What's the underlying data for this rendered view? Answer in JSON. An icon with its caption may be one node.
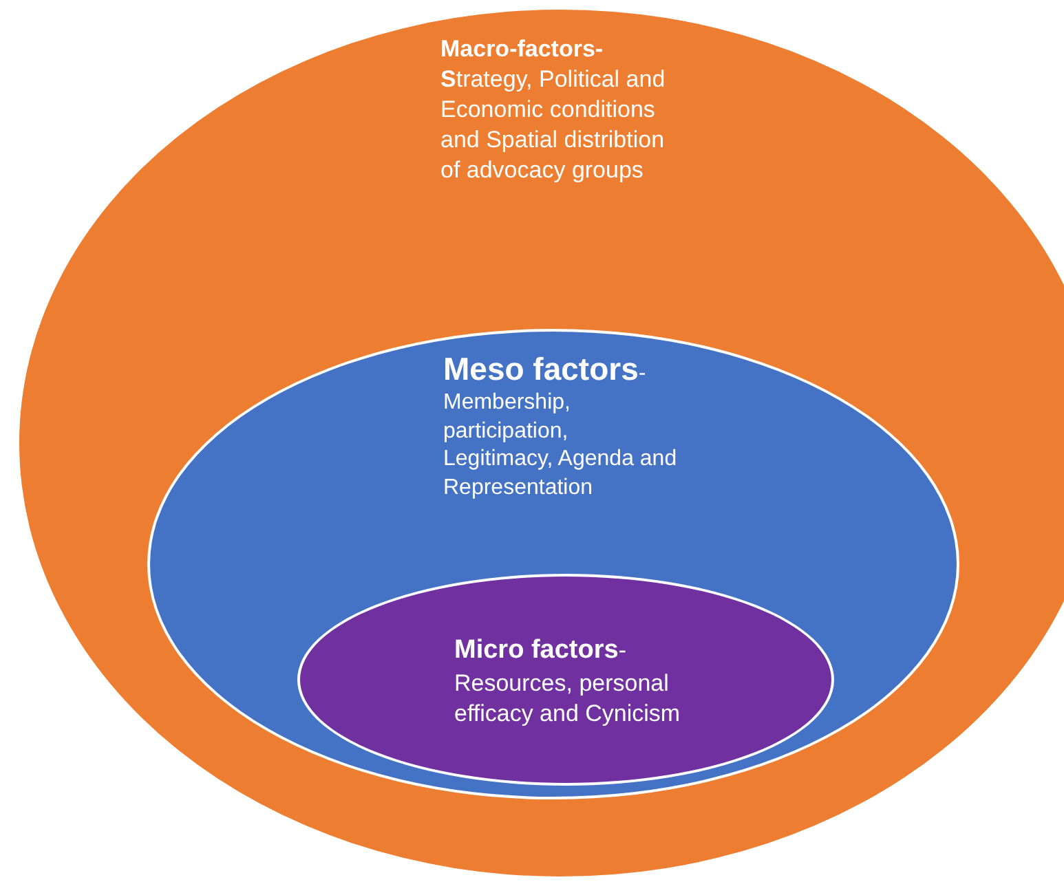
{
  "diagram": {
    "nodes": [
      {
        "text": [
          "**Macro-factors-S**trategy, Political and Economic conditions and Spatial distribtion of advocacy groups"
        ]
      },
      {
        "text": [
          "**Meso factors**- Membership, participation, Legitimacy, Agenda and Representation"
        ],
        "in": 0
      },
      {
        "text": [
          "**Micro factors**- Resources, personal efficacy and Cynicism"
        ],
        "in": 1
      }
    ]
  }
}
